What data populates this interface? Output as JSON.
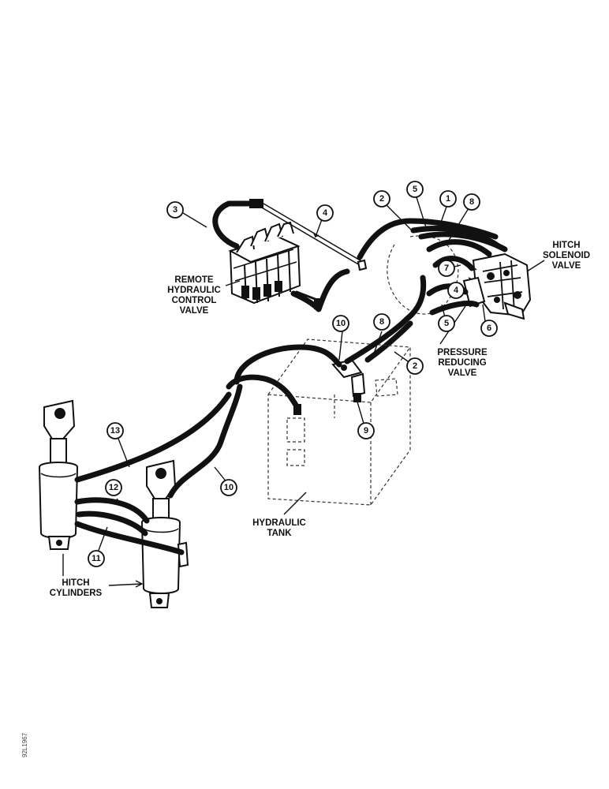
{
  "labels": {
    "remote_valve": [
      "REMOTE",
      "HYDRAULIC",
      "CONTROL",
      "VALVE"
    ],
    "hitch_solenoid": [
      "HITCH",
      "SOLENOID",
      "VALVE"
    ],
    "pressure_reducing": [
      "PRESSURE",
      "REDUCING",
      "VALVE"
    ],
    "hydraulic_tank": [
      "HYDRAULIC",
      "TANK"
    ],
    "hitch_cylinders": [
      "HITCH",
      "CYLINDERS"
    ]
  },
  "callouts": {
    "c1": "1",
    "c2a": "2",
    "c2b": "2",
    "c3": "3",
    "c4a": "4",
    "c4b": "4",
    "c5a": "5",
    "c5b": "5",
    "c6": "6",
    "c7": "7",
    "c8a": "8",
    "c8b": "8",
    "c9": "9",
    "c10a": "10",
    "c10b": "10",
    "c11": "11",
    "c12": "12",
    "c13": "13"
  },
  "figure_code": "92L1967"
}
